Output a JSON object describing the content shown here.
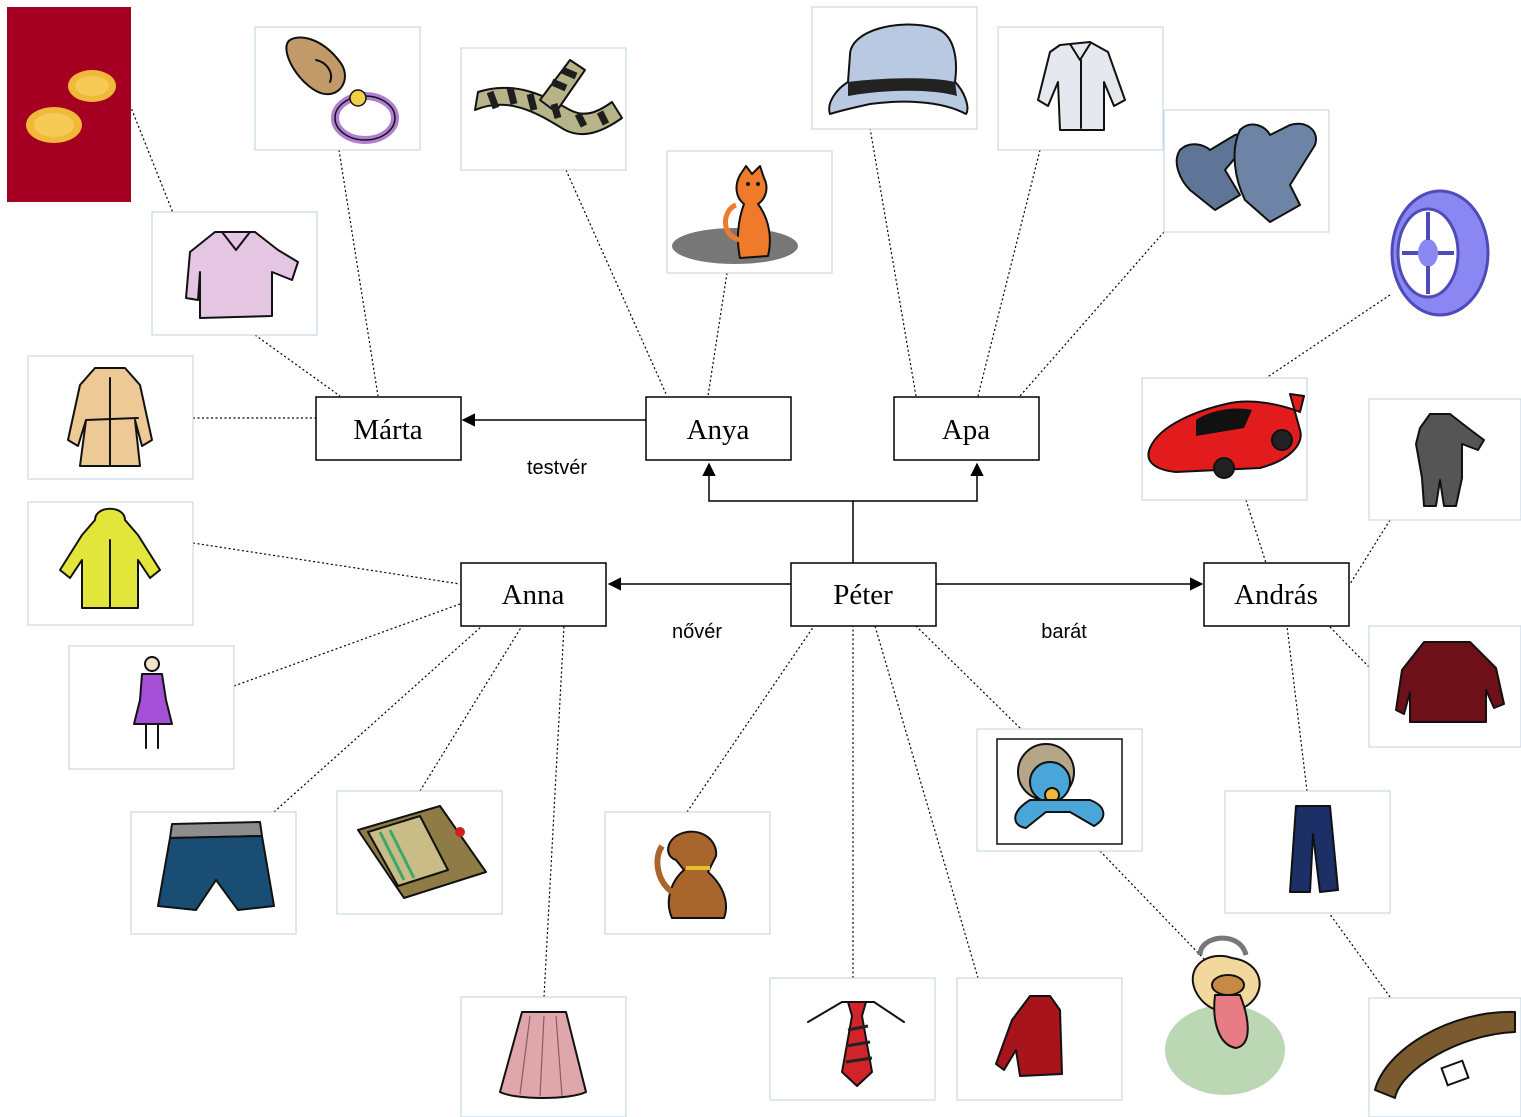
{
  "nodes": {
    "marta": "Márta",
    "anya": "Anya",
    "apa": "Apa",
    "anna": "Anna",
    "peter": "Péter",
    "andras": "András"
  },
  "relations": {
    "testver": "testvér",
    "nover": "nővér",
    "barat": "barát"
  },
  "icons": [
    "buttons-icon",
    "ring-icon",
    "scarf-icon",
    "cat-icon",
    "hat-icon",
    "shirt-icon",
    "gloves-icon",
    "tire-icon",
    "blouse-icon",
    "coat-icon",
    "raincoat-icon",
    "dress-icon",
    "shorts-icon",
    "wallet-icon",
    "skirt-icon",
    "dog-icon",
    "tie-icon",
    "sweater-icon",
    "baby-icon",
    "pacifier-icon",
    "car-icon",
    "suit-icon",
    "jacket-icon",
    "jeans-icon",
    "belt-icon"
  ],
  "colors": {
    "buttons_bg": "#a50021",
    "button": "#f0b93a",
    "tire": "#8a86f2",
    "car": "#e21c1c",
    "blouse": "#e4c6e2",
    "coat": "#ecc995",
    "raincoat": "#e2e53a",
    "dress": "#a34fd6",
    "shorts": "#1a4d73",
    "wallet": "#8e7b45",
    "skirt": "#dfa6ac",
    "dog": "#a8662c",
    "tie": "#d0242a",
    "sweater": "#a8141c",
    "baby": "#4aa6d8",
    "scarf_stripe": "#b8b489",
    "hat": "#b9c9e2",
    "gloves": "#5f7597",
    "cat": "#f07a2c",
    "suit": "#555555",
    "jacket": "#6e1018",
    "jeans": "#1c2f66",
    "belt": "#7a5a2e",
    "frame": "#c9d9e6"
  }
}
